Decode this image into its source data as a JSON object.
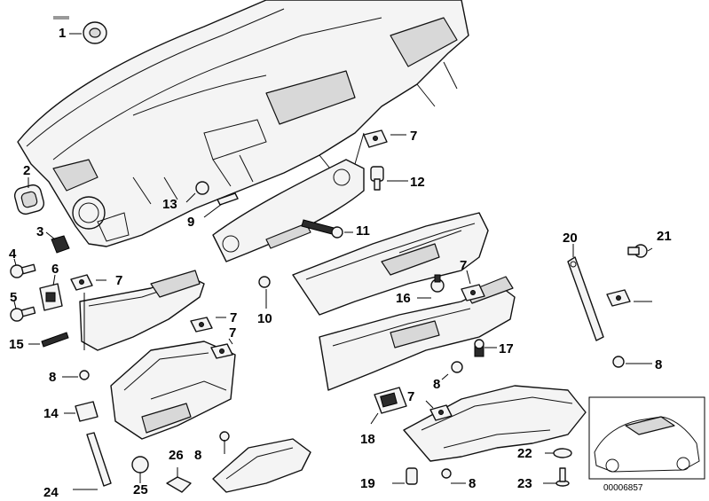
{
  "labels": {
    "l1": "1",
    "l2": "2",
    "l3": "3",
    "l4": "4",
    "l5": "5",
    "l6": "6",
    "l7a": "7",
    "l7b": "7",
    "l7c": "7",
    "l7d": "7",
    "l7e": "7",
    "l7f": "7",
    "l8a": "8",
    "l8b": "8",
    "l8c": "8",
    "l8d": "8",
    "l8e": "8",
    "l9": "9",
    "l10": "10",
    "l11": "11",
    "l12": "12",
    "l13": "13",
    "l14": "14",
    "l15": "15",
    "l16": "16",
    "l17": "17",
    "l18": "18",
    "l19": "19",
    "l20": "20",
    "l21": "21",
    "l22": "22",
    "l23": "23",
    "l24": "24",
    "l25": "25",
    "l26": "26"
  },
  "reference_number": "00006857",
  "colors": {
    "line": "#111111",
    "part_fill": "#f4f4f4",
    "shade": "#d8d8d8",
    "label_marker": "#999999"
  }
}
